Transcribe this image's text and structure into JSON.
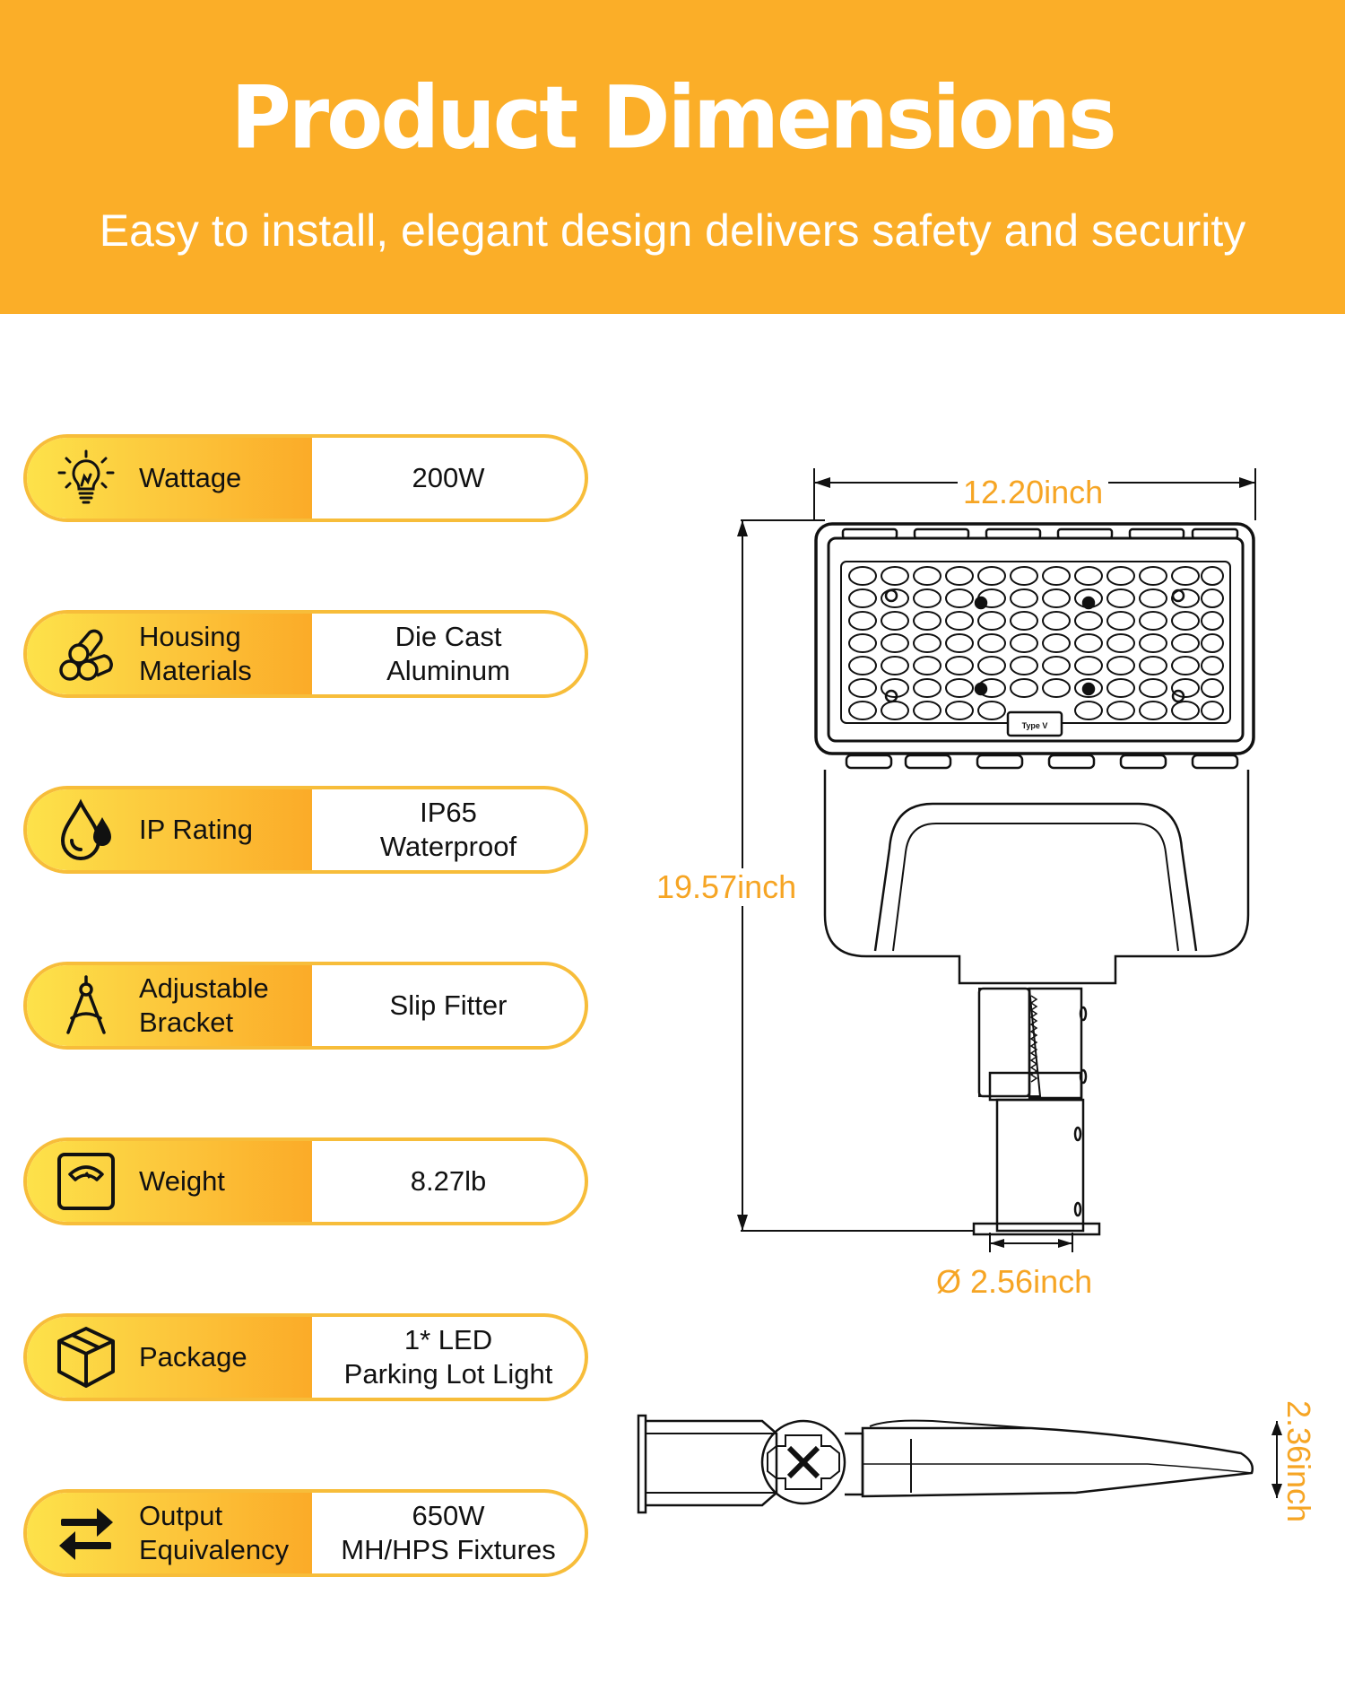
{
  "header": {
    "title": "Product Dimensions",
    "subtitle": "Easy to install, elegant design delivers safety and security"
  },
  "specs": [
    {
      "icon": "light-bulb-icon",
      "label": "Wattage",
      "value": "200W"
    },
    {
      "icon": "materials-stack-icon",
      "label": "Housing\nMaterials",
      "value": "Die Cast\nAluminum"
    },
    {
      "icon": "water-drops-icon",
      "label": "IP Rating",
      "value": "IP65\nWaterproof"
    },
    {
      "icon": "compass-bracket-icon",
      "label": "Adjustable\nBracket",
      "value": "Slip Fitter"
    },
    {
      "icon": "scale-icon",
      "label": "Weight",
      "value": "8.27lb"
    },
    {
      "icon": "package-box-icon",
      "label": "Package",
      "value": "1* LED\nParking Lot Light"
    },
    {
      "icon": "exchange-arrows-icon",
      "label": "Output\nEquivalency",
      "value": "650W\nMH/HPS Fixtures"
    }
  ],
  "dimensions": {
    "width": "12.20inch",
    "height": "19.57inch",
    "diameter": "Ø 2.56inch",
    "depth": "2.36inch"
  },
  "product_label": "Type V",
  "colors": {
    "header_bg": "#fbae28",
    "accent": "#f6a524",
    "row_border": "#f7bd3a"
  }
}
